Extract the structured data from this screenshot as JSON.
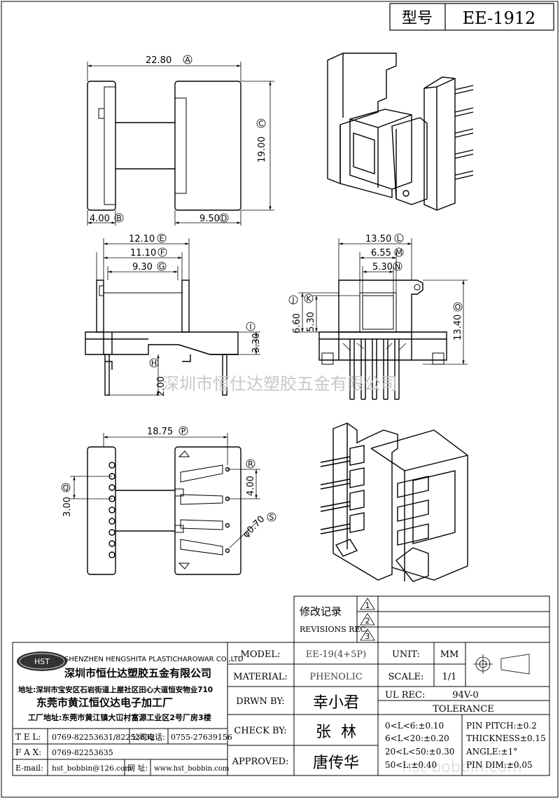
{
  "header": {
    "model_label": "型号",
    "model_value": "EE-1912"
  },
  "dimensions": {
    "A": "22.80",
    "B": "4.00",
    "C": "19.00",
    "D": "9.50",
    "E": "12.10",
    "F": "11.10",
    "G": "9.30",
    "H": "2.00",
    "I": "3.30",
    "L": "13.50",
    "M": "6.55",
    "N": "5.30",
    "J": "6.60",
    "K": "5.30",
    "O": "13.40",
    "P": "18.75",
    "Q": "3.00",
    "R": "4.00",
    "S": "φ0.70"
  },
  "dim_letters": {
    "A": "A",
    "B": "B",
    "C": "C",
    "D": "D",
    "E": "E",
    "F": "F",
    "G": "G",
    "H": "H",
    "I": "I",
    "J": "J",
    "K": "K",
    "L": "L",
    "M": "M",
    "N": "N",
    "O": "O",
    "P": "P",
    "Q": "Q",
    "R": "R",
    "S": "S"
  },
  "watermark": "深圳市恒仕达塑胶五金有限公司",
  "revisions": {
    "title_cn": "修改记录",
    "title_en": "REVISIONS REC.",
    "marks": [
      "1",
      "2",
      "3"
    ]
  },
  "company": {
    "logo": "HST",
    "name_en": "SHENZHEN HENGSHITA PLASTICHAROWAR CO.,LTD",
    "name_cn": "深圳市恒仕达塑胶五金有限公司",
    "address": "地址:深圳市宝安区石岩街道上屋社区田心大道恒安物业710",
    "factory": "东莞市黄江恒仪达电子加工厂",
    "factory_address": "工厂地址:东莞市黄江镇大冚村富源工业区2号厂房3楼",
    "tel_label": "T E L:",
    "tel": "0769-82253631/82253632",
    "company_tel_label": "公司电话:",
    "company_tel": "0755-27639156",
    "fax_label": "F A X:",
    "fax": "0769-82253635",
    "email_label": "E-mail:",
    "email": "hst_bobbin@126.com",
    "web_label": "网 址:",
    "web": "www.hst_bobbin.com"
  },
  "title_block": {
    "model_label": "MODEL:",
    "model": "EE-19(4+5P)",
    "material_label": "MATERIAL:",
    "material": "PHENOLIC",
    "drawn_label": "DRWN BY:",
    "drawn": "幸小君",
    "check_label": "CHECK BY:",
    "check": "张  林",
    "approved_label": "APPROVED:",
    "approved": "唐传华",
    "unit_label": "UNIT:",
    "unit": "MM",
    "scale_label": "SCALE:",
    "scale": "1/1",
    "ul_label": "UL REC:",
    "ul": "94V-0",
    "tolerance_title": "TOLERANCE",
    "tol1": "0<L<6:±0.10",
    "tol2": "6<L<20:±0.20",
    "tol3": "20<L<50:±0.30",
    "tol4": "50<L:±0.40",
    "pitch": "PIN PITCH:±0.2",
    "thickness": "THICKNESS±0.15",
    "angle": "ANGLE:±1°",
    "pin_dim": "PIN DIM:±0.05"
  },
  "footer_watermark": "hst-bobbin.com"
}
